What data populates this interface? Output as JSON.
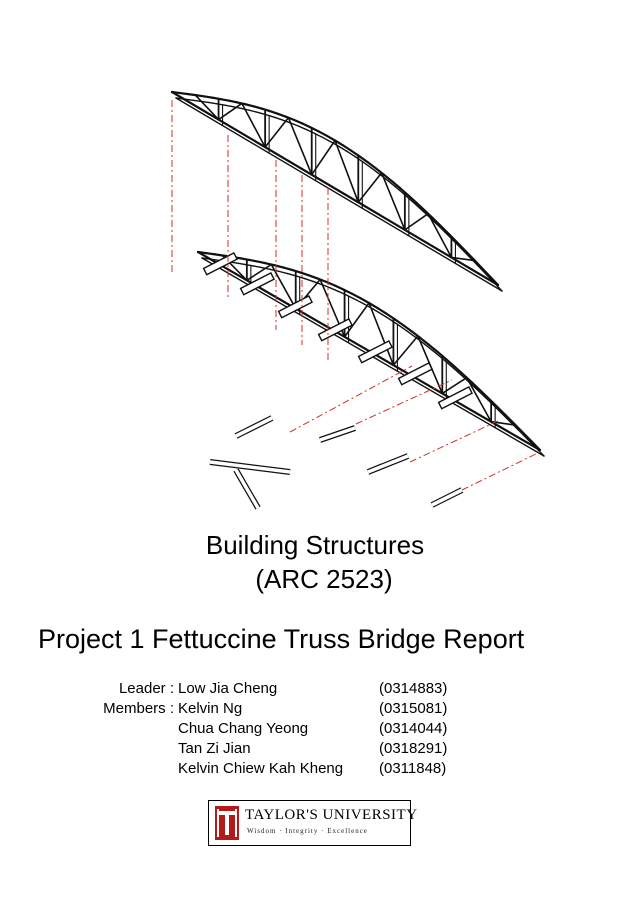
{
  "cover": {
    "course_line1": "Building Structures",
    "course_line2": "(ARC 2523)",
    "project_title": "Project 1 Fettuccine Truss Bridge Report",
    "leader_label": "Leader :",
    "members_label": "Members :",
    "members": [
      {
        "name": "Low Jia Cheng",
        "id": "(0314883)"
      },
      {
        "name": "Kelvin Ng",
        "id": "(0315081)"
      },
      {
        "name": "Chua Chang Yeong",
        "id": "(0314044)"
      },
      {
        "name": "Tan Zi Jian",
        "id": "(0318291)"
      },
      {
        "name": "Kelvin Chiew Kah Kheng",
        "id": "(0311848)"
      }
    ]
  },
  "logo": {
    "university": "TAYLOR'S UNIVERSITY",
    "motto": "Wisdom · Integrity · Excellence",
    "crest_color": "#b31b1b"
  },
  "illustration": {
    "icon": "exploded-truss-bridge-drawing",
    "guide_line_color": "#d0302a"
  }
}
